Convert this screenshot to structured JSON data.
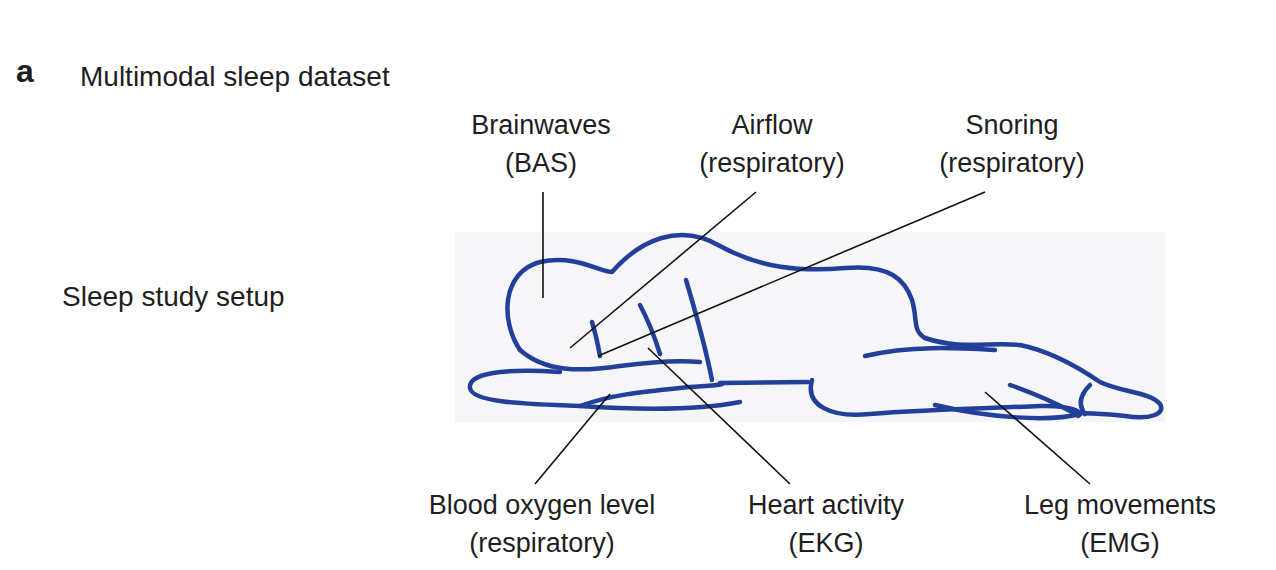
{
  "diagram": {
    "title": "Multimodal sleep dataset",
    "labels": [
      "a",
      "Sleep study setup",
      "Brainwaves (BAS)",
      "Airflow (respiratory)",
      "Snoring (respiratory)",
      "Blood oxygen level (respiratory)",
      "Heart activity (EKG)",
      "Leg movements (EMG)"
    ]
  }
}
